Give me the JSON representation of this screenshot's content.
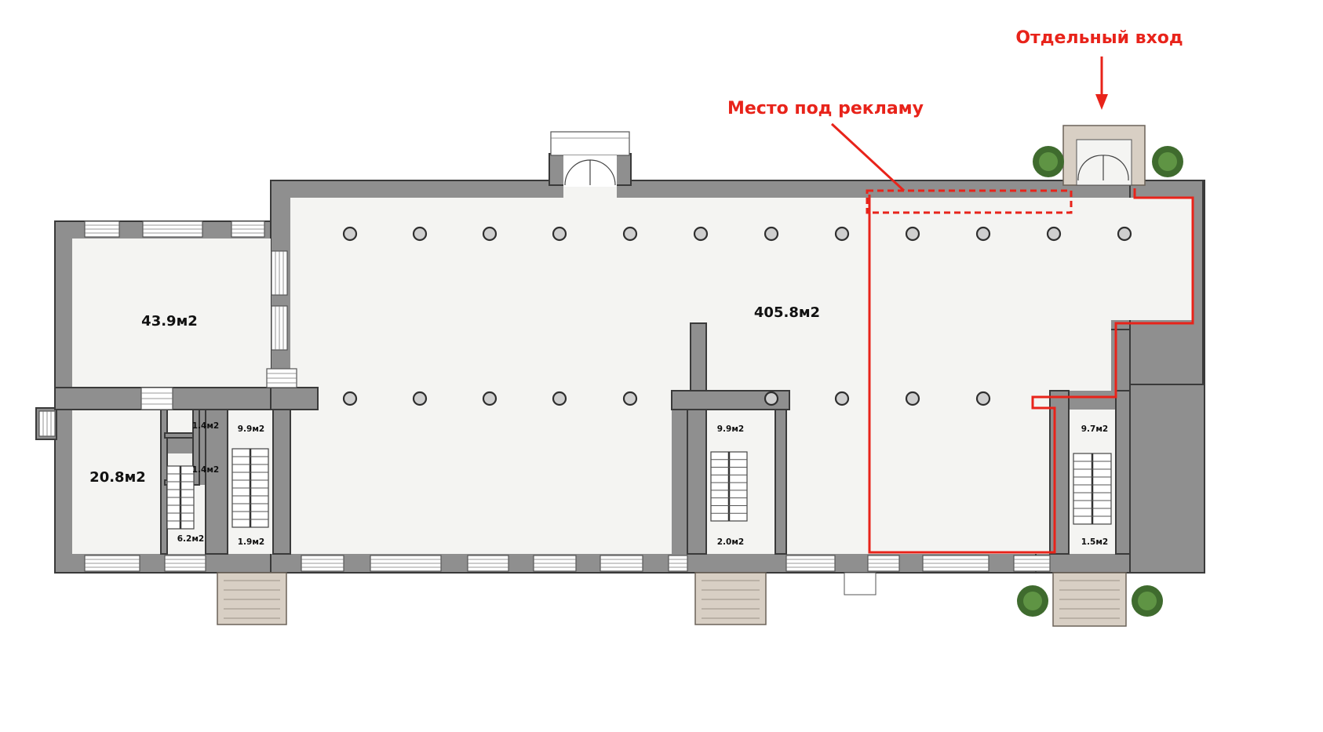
{
  "annotations": {
    "separate_entrance": "Отдельный вход",
    "ad_space": "Место под рекламу"
  },
  "rooms": {
    "main_hall": "405.8м2",
    "room_top_left": "43.9м2",
    "room_bottom_left": "20.8м2",
    "small_a": "1.4м2",
    "small_b": "1.4м2",
    "small_c": "6.2м2",
    "stair_left": "9.9м2",
    "stair_left_bottom": "1.9м2",
    "stair_middle": "9.9м2",
    "stair_middle_bottom": "2.0м2",
    "stair_right": "9.7м2",
    "stair_right_bottom": "1.5м2"
  },
  "colors": {
    "highlight": "#e8231a",
    "wall": "#8f8f8f",
    "floor": "#f4f4f2"
  }
}
